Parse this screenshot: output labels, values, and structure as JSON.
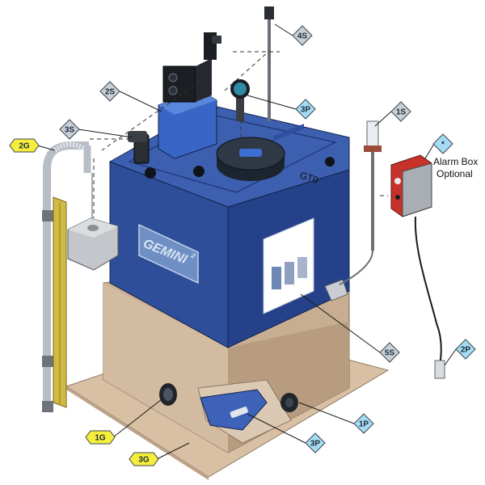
{
  "callouts": [
    {
      "id": "c-4s",
      "text": "4S",
      "color": "#c9cfd6"
    },
    {
      "id": "c-2s",
      "text": "2S",
      "color": "#c9cfd6"
    },
    {
      "id": "c-3s",
      "text": "3S",
      "color": "#c9cfd6"
    },
    {
      "id": "c-1s",
      "text": "1S",
      "color": "#c9cfd6"
    },
    {
      "id": "c-5s",
      "text": "5S",
      "color": "#c9cfd6"
    },
    {
      "id": "c-3p-top",
      "text": "3P",
      "color": "#a6dcf3"
    },
    {
      "id": "c-2p",
      "text": "2P",
      "color": "#a6dcf3"
    },
    {
      "id": "c-1p",
      "text": "1P",
      "color": "#a6dcf3"
    },
    {
      "id": "c-3p-bottom",
      "text": "3P",
      "color": "#a6dcf3"
    },
    {
      "id": "c-2g",
      "text": "2G",
      "color": "#f6ee3a"
    },
    {
      "id": "c-1g",
      "text": "1G",
      "color": "#f6ee3a"
    },
    {
      "id": "c-3g",
      "text": "3G",
      "color": "#f6ee3a"
    },
    {
      "id": "c-star",
      "text": "*",
      "color": "#a6dcf3"
    }
  ],
  "alarm_box": {
    "line1": "Alarm Box",
    "line2": "Optional"
  },
  "tank": {
    "brand": "GEMINI",
    "brand_suffix": "2",
    "model": "GT0"
  }
}
